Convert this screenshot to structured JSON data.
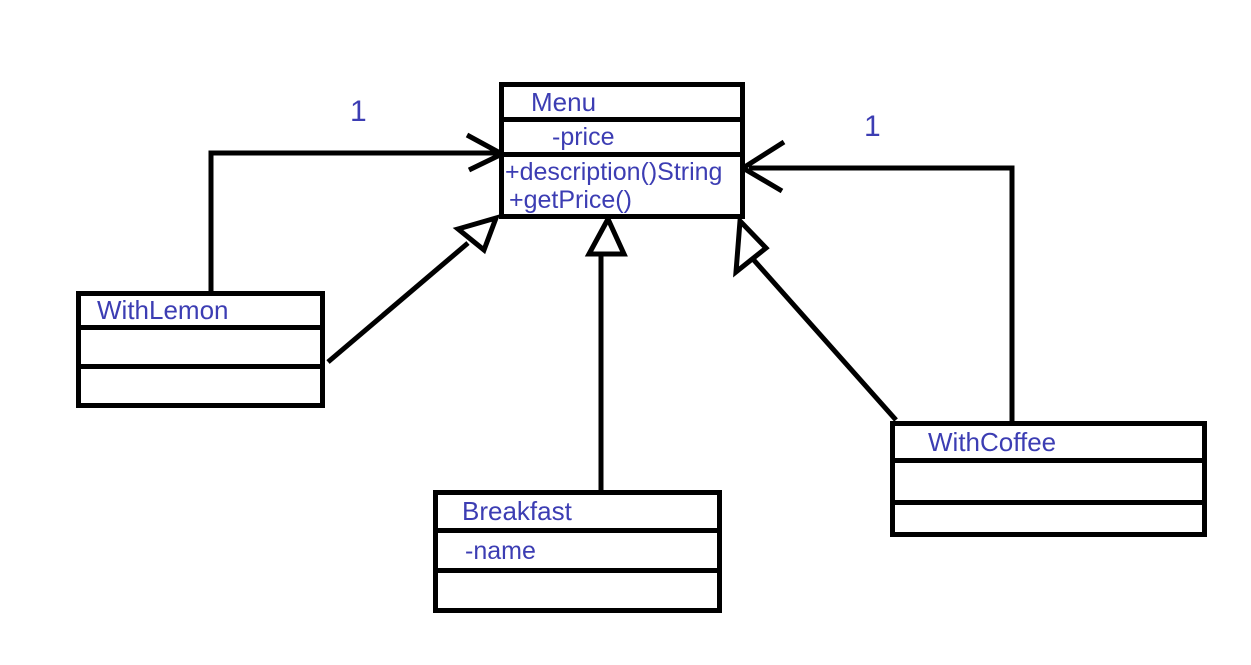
{
  "diagram": {
    "type": "uml-class-diagram",
    "colors": {
      "text": "#3c3db3",
      "line": "#000000",
      "background": "#ffffff"
    },
    "classes": {
      "menu": {
        "name": "Menu",
        "attribute1": "-price",
        "method1": "+description()String",
        "method2": "+getPrice()"
      },
      "with_lemon": {
        "name": "WithLemon"
      },
      "breakfast": {
        "name": "Breakfast",
        "attribute1": "-name"
      },
      "with_coffee": {
        "name": "WithCoffee"
      }
    },
    "labels": {
      "left_multiplicity": "1",
      "right_multiplicity": "1"
    },
    "relationships": [
      {
        "from": "WithLemon",
        "to": "Menu",
        "type": "association",
        "multiplicity": "1"
      },
      {
        "from": "WithCoffee",
        "to": "Menu",
        "type": "association",
        "multiplicity": "1"
      },
      {
        "from": "WithLemon",
        "to": "Menu",
        "type": "inheritance"
      },
      {
        "from": "Breakfast",
        "to": "Menu",
        "type": "inheritance"
      },
      {
        "from": "WithCoffee",
        "to": "Menu",
        "type": "inheritance"
      }
    ]
  }
}
